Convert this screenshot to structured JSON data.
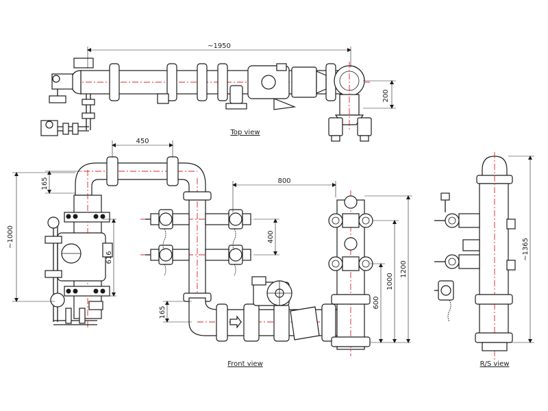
{
  "views": {
    "top": "Top view",
    "front": "Front view",
    "rs": "R/S  view"
  },
  "dimensions": {
    "top_length": "~1950",
    "top_offset": "200",
    "front_width": "450",
    "front_pitch": "800",
    "front_height_left": "~1000",
    "front_offset_top": "165",
    "front_616": "616",
    "front_400": "400",
    "front_offset_bottom": "165",
    "front_600": "600",
    "front_1000": "1000",
    "front_1200": "1200",
    "rs_height": "~1365"
  },
  "colors": {
    "line": "#1a1a1a",
    "centerline": "#e02020"
  }
}
